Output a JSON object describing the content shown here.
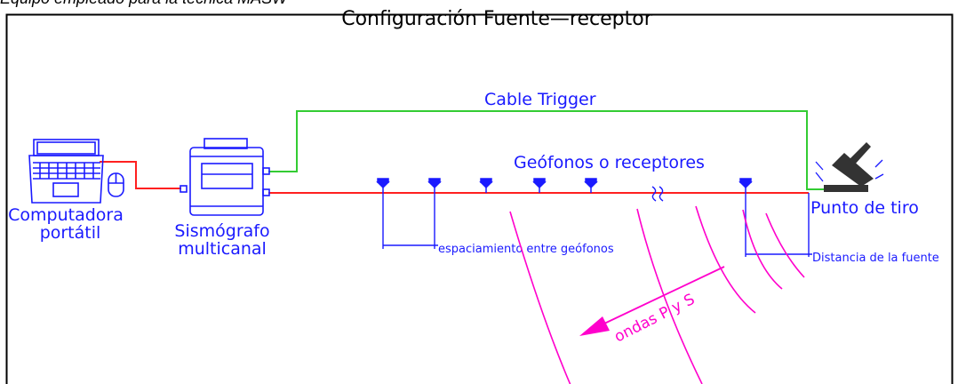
{
  "caption": "Equipo empleado para la técnica MASW",
  "title": "Configuración Fuente—receptor",
  "labels": {
    "cable_trigger": "Cable Trigger",
    "geophones": "Geófonos o receptores",
    "laptop_line1": "Computadora",
    "laptop_line2": "portátil",
    "seismograph_line1": "Sismógrafo",
    "seismograph_line2": "multicanal",
    "shot_point": "Punto de tiro",
    "geophone_spacing": "espaciamiento entre geófonos",
    "source_distance": "Distancia de la fuente",
    "waves": "ondas P y S"
  },
  "colors": {
    "trigger_cable": "#33cc33",
    "signal_cable": "#ff2020",
    "equipment": "#1a1aff",
    "waves": "#ff00cc",
    "hammer": "#333333"
  },
  "icons": [
    "laptop-icon",
    "mouse-icon",
    "seismograph-icon",
    "geophone-icon",
    "hammer-icon",
    "break-symbol-icon"
  ]
}
